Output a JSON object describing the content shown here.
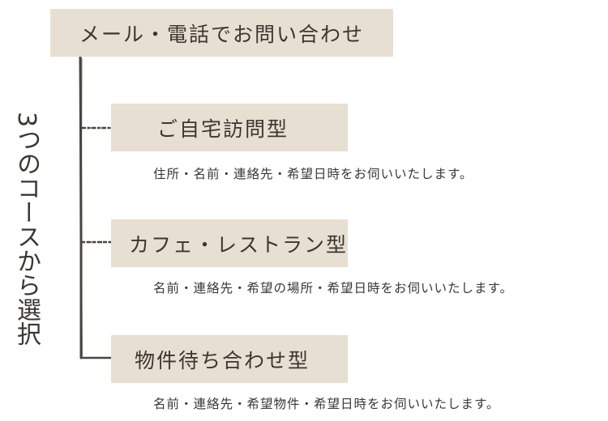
{
  "title": "メール・電話でお問い合わせ",
  "side_label": "3つのコースから選択",
  "courses": [
    {
      "name": "ご自宅訪問型",
      "desc": "住所・名前・連絡先・希望日時をお伺いいたします。"
    },
    {
      "name": "カフェ・レストラン型",
      "desc": "名前・連絡先・希望の場所・希望日時をお伺いいたします。"
    },
    {
      "name": "物件待ち合わせ型",
      "desc": "名前・連絡先・希望物件・希望日時をお伺いいたします。"
    }
  ],
  "colors": {
    "box_fill": "#e7dfd1",
    "line": "#4a4440",
    "text": "#3b3632"
  }
}
